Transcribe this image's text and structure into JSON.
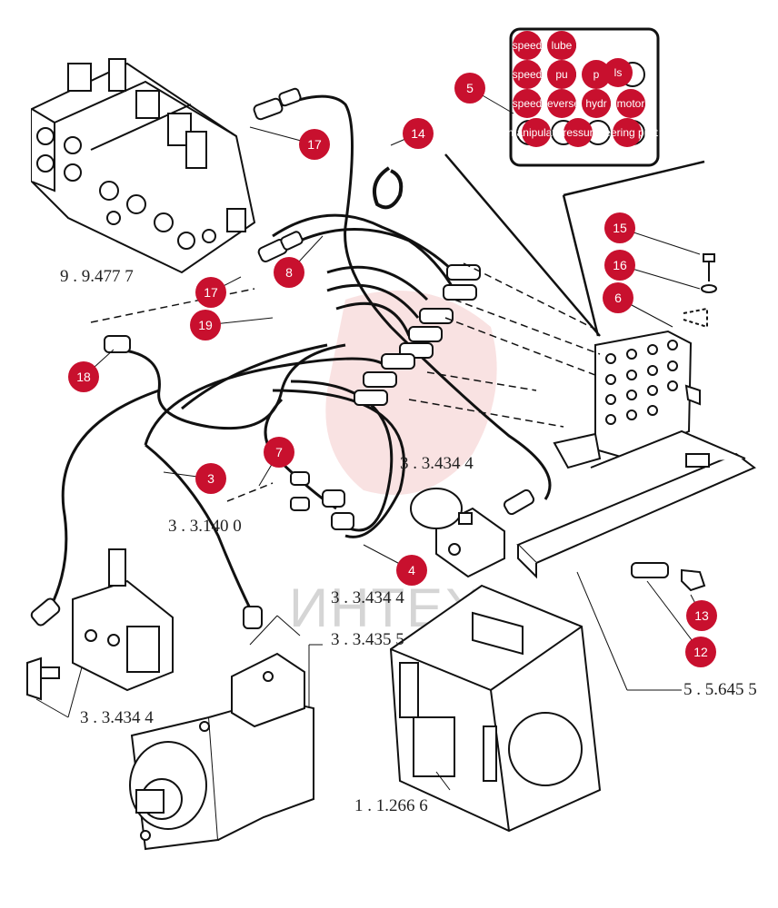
{
  "watermark_text": "ИНТЕХ",
  "callouts": [
    {
      "id": "5",
      "label": "5"
    },
    {
      "id": "14",
      "label": "14"
    },
    {
      "id": "15",
      "label": "15"
    },
    {
      "id": "16",
      "label": "16"
    },
    {
      "id": "6",
      "label": "6"
    },
    {
      "id": "17a",
      "label": "17"
    },
    {
      "id": "17b",
      "label": "17"
    },
    {
      "id": "8",
      "label": "8"
    },
    {
      "id": "19",
      "label": "19"
    },
    {
      "id": "18",
      "label": "18"
    },
    {
      "id": "7",
      "label": "7"
    },
    {
      "id": "3",
      "label": "3"
    },
    {
      "id": "4",
      "label": "4"
    },
    {
      "id": "13",
      "label": "13"
    },
    {
      "id": "12",
      "label": "12"
    }
  ],
  "legend_labels": [
    "speed",
    "lube",
    "speed",
    "pu",
    "p",
    "ls",
    "speed",
    "reverse",
    "hydr",
    "motor",
    "manipulator",
    "pressure",
    "steering pilot"
  ],
  "ref_labels": {
    "r1": "9 . 9.477 7",
    "r2": "3 . 3.434 4",
    "r3": "3 . 3.140 0",
    "r4": "3 . 3.434 4",
    "r5": "3 . 3.435 5",
    "r6": "3 . 3.434 4",
    "r7": "5 . 5.645 5",
    "r8": "1 . 1.266 6"
  }
}
